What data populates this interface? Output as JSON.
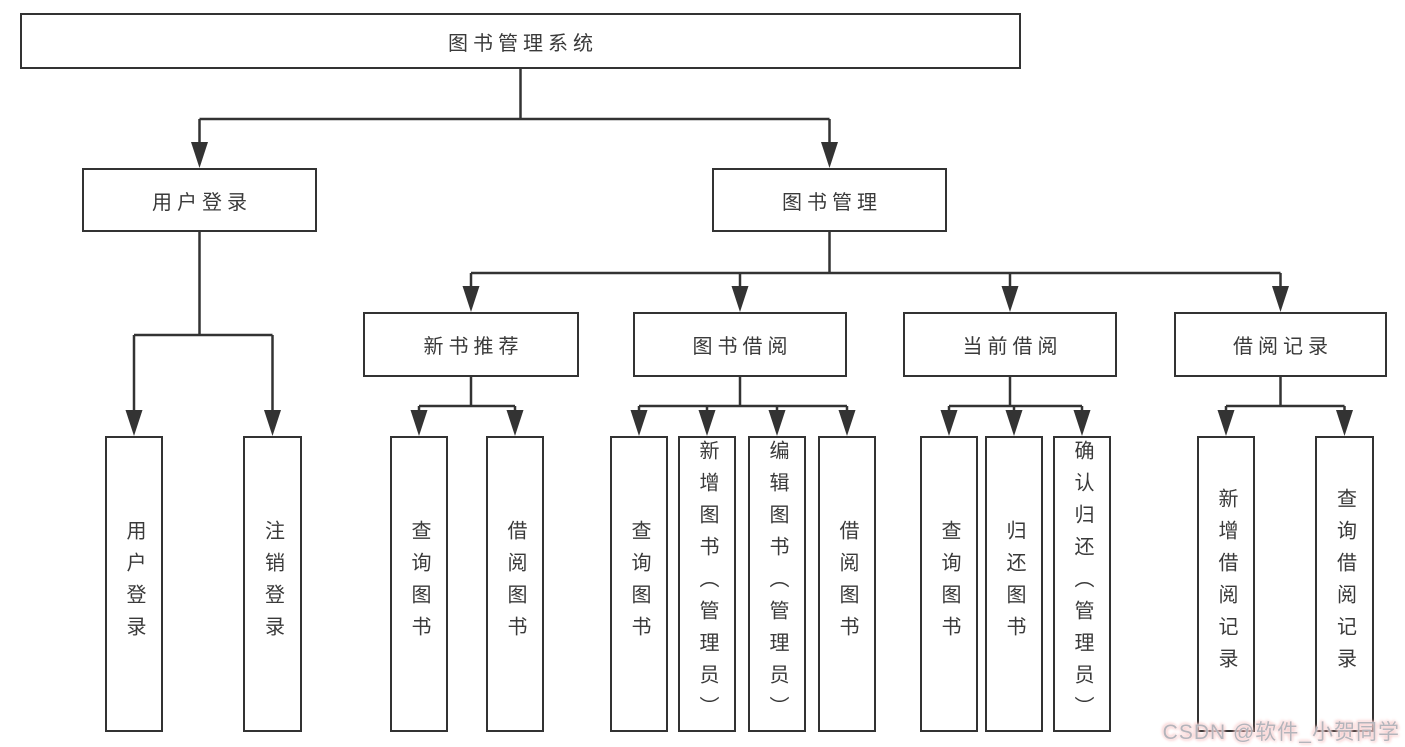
{
  "diagram_title": "图书管理系统",
  "nodes": [
    {
      "id": "library-system",
      "label": "图书管理系统",
      "level": 1,
      "parent": null
    },
    {
      "id": "user-login",
      "label": "用户登录",
      "level": 2,
      "parent": "library-system"
    },
    {
      "id": "book-management",
      "label": "图书管理",
      "level": 2,
      "parent": "library-system"
    },
    {
      "id": "new-book-recommend",
      "label": "新书推荐",
      "level": 3,
      "parent": "book-management"
    },
    {
      "id": "book-borrowing",
      "label": "图书借阅",
      "level": 3,
      "parent": "book-management"
    },
    {
      "id": "current-borrowing",
      "label": "当前借阅",
      "level": 3,
      "parent": "book-management"
    },
    {
      "id": "borrowing-records",
      "label": "借阅记录",
      "level": 3,
      "parent": "book-management"
    },
    {
      "id": "leaf-user-login",
      "label": "用户登录",
      "level": 4,
      "parent": "user-login"
    },
    {
      "id": "leaf-logout",
      "label": "注销登录",
      "level": 4,
      "parent": "user-login"
    },
    {
      "id": "leaf-recommend-query-books",
      "label": "查询图书",
      "level": 4,
      "parent": "new-book-recommend"
    },
    {
      "id": "leaf-recommend-borrow-books",
      "label": "借阅图书",
      "level": 4,
      "parent": "new-book-recommend"
    },
    {
      "id": "leaf-borrowing-query-books",
      "label": "查询图书",
      "level": 4,
      "parent": "book-borrowing"
    },
    {
      "id": "leaf-borrowing-add-books",
      "label": "新增图书（管理员）",
      "level": 4,
      "parent": "book-borrowing"
    },
    {
      "id": "leaf-borrowing-edit-books",
      "label": "编辑图书（管理员）",
      "level": 4,
      "parent": "book-borrowing"
    },
    {
      "id": "leaf-borrowing-borrow-books",
      "label": "借阅图书",
      "level": 4,
      "parent": "book-borrowing"
    },
    {
      "id": "leaf-current-query-books",
      "label": "查询图书",
      "level": 4,
      "parent": "current-borrowing"
    },
    {
      "id": "leaf-current-return-books",
      "label": "归还图书",
      "level": 4,
      "parent": "current-borrowing"
    },
    {
      "id": "leaf-current-confirm-return",
      "label": "确认归还（管理员）",
      "level": 4,
      "parent": "current-borrowing"
    },
    {
      "id": "leaf-records-add-record",
      "label": "新增借阅记录",
      "level": 4,
      "parent": "borrowing-records"
    },
    {
      "id": "leaf-records-query-record",
      "label": "查询借阅记录",
      "level": 4,
      "parent": "borrowing-records"
    }
  ],
  "watermark": {
    "text": "CSDN @软件_小贺同学"
  },
  "colors": {
    "line": "#333333",
    "text": "#3a3a3a",
    "background": "#ffffff",
    "box_background": "#ffffff",
    "watermark_text": "#b4b4bb",
    "watermark_glow": "#f4b0b0"
  }
}
